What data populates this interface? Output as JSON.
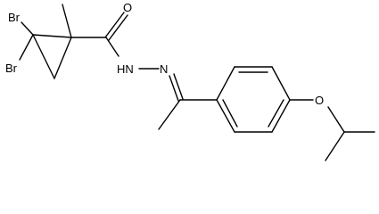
{
  "labels": {
    "br_top": "Br",
    "br_bottom": "Br",
    "carbonyl_o": "O",
    "nh_n": "HN",
    "imine_n": "N",
    "ether_o": "O"
  },
  "colors": {
    "stroke": "#000000",
    "background": "#ffffff"
  }
}
